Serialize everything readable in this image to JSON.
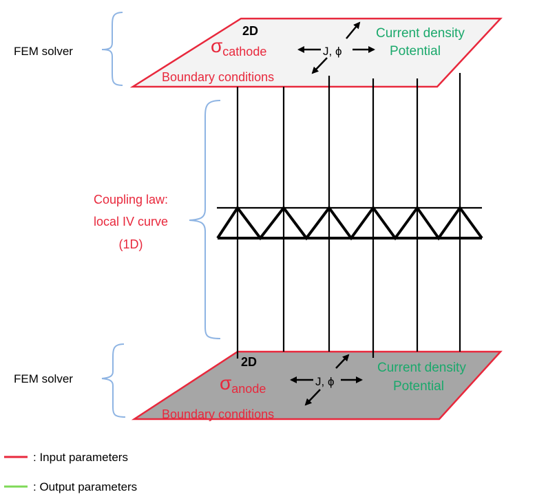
{
  "colors": {
    "input": "#e8283c",
    "output": "#1aa86b",
    "legend_output_line": "#7ed957",
    "bracket": "#8eb4e3",
    "top_plane_fill": "#f3f3f3",
    "bottom_plane_fill": "#a6a6a6",
    "line": "#000000"
  },
  "top_layer": {
    "solver_label": "FEM solver",
    "dim_label": "2D",
    "sigma_symbol": "σ",
    "sigma_subscript": "cathode",
    "j_phi": "J, ϕ",
    "current_density": "Current density",
    "potential": "Potential",
    "boundary": "Boundary conditions"
  },
  "coupling": {
    "line1": "Coupling law:",
    "line2": "local IV curve",
    "line3": "(1D)"
  },
  "bottom_layer": {
    "solver_label": "FEM solver",
    "dim_label": "2D",
    "sigma_symbol": "σ",
    "sigma_subscript": "anode",
    "j_phi": "J, ϕ",
    "current_density": "Current density",
    "potential": "Potential",
    "boundary": "Boundary conditions"
  },
  "legend": {
    "input": ": Input parameters",
    "output": ": Output parameters"
  }
}
